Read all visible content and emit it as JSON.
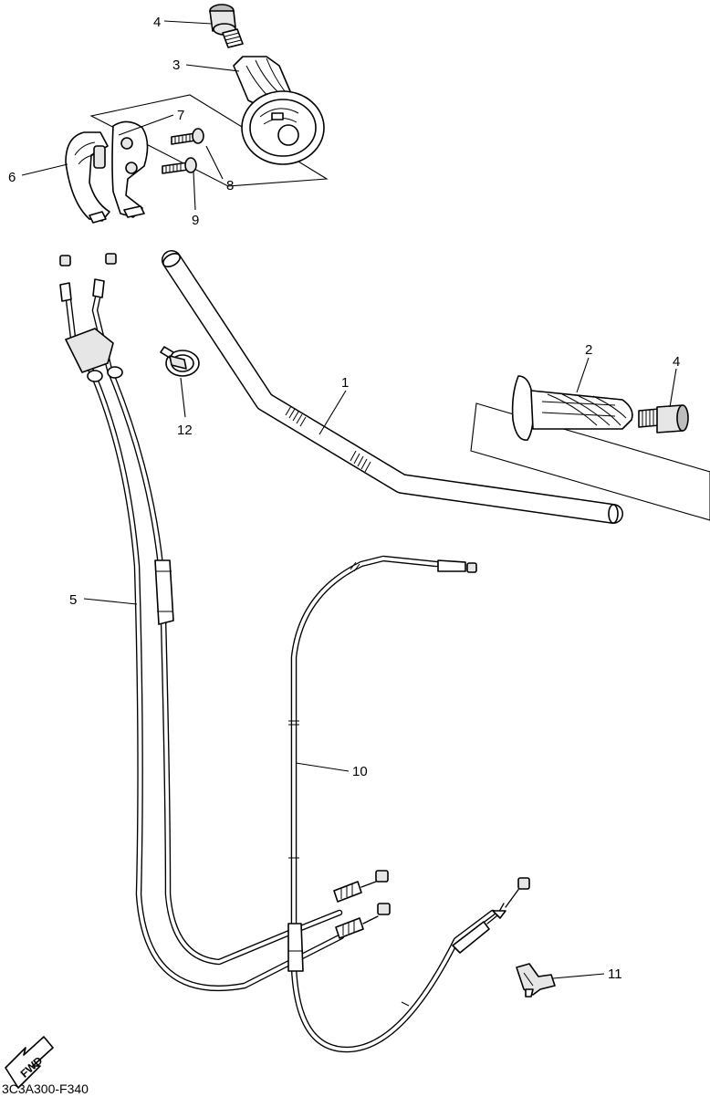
{
  "diagram": {
    "drawing_code": "3C3A300-F340",
    "fwd_label": "FWD",
    "callouts": {
      "c1": "1",
      "c2": "2",
      "c3": "3",
      "c4a": "4",
      "c4b": "4",
      "c5": "5",
      "c6": "6",
      "c7": "7",
      "c8": "8",
      "c9": "9",
      "c10": "10",
      "c11": "11",
      "c12": "12"
    }
  }
}
